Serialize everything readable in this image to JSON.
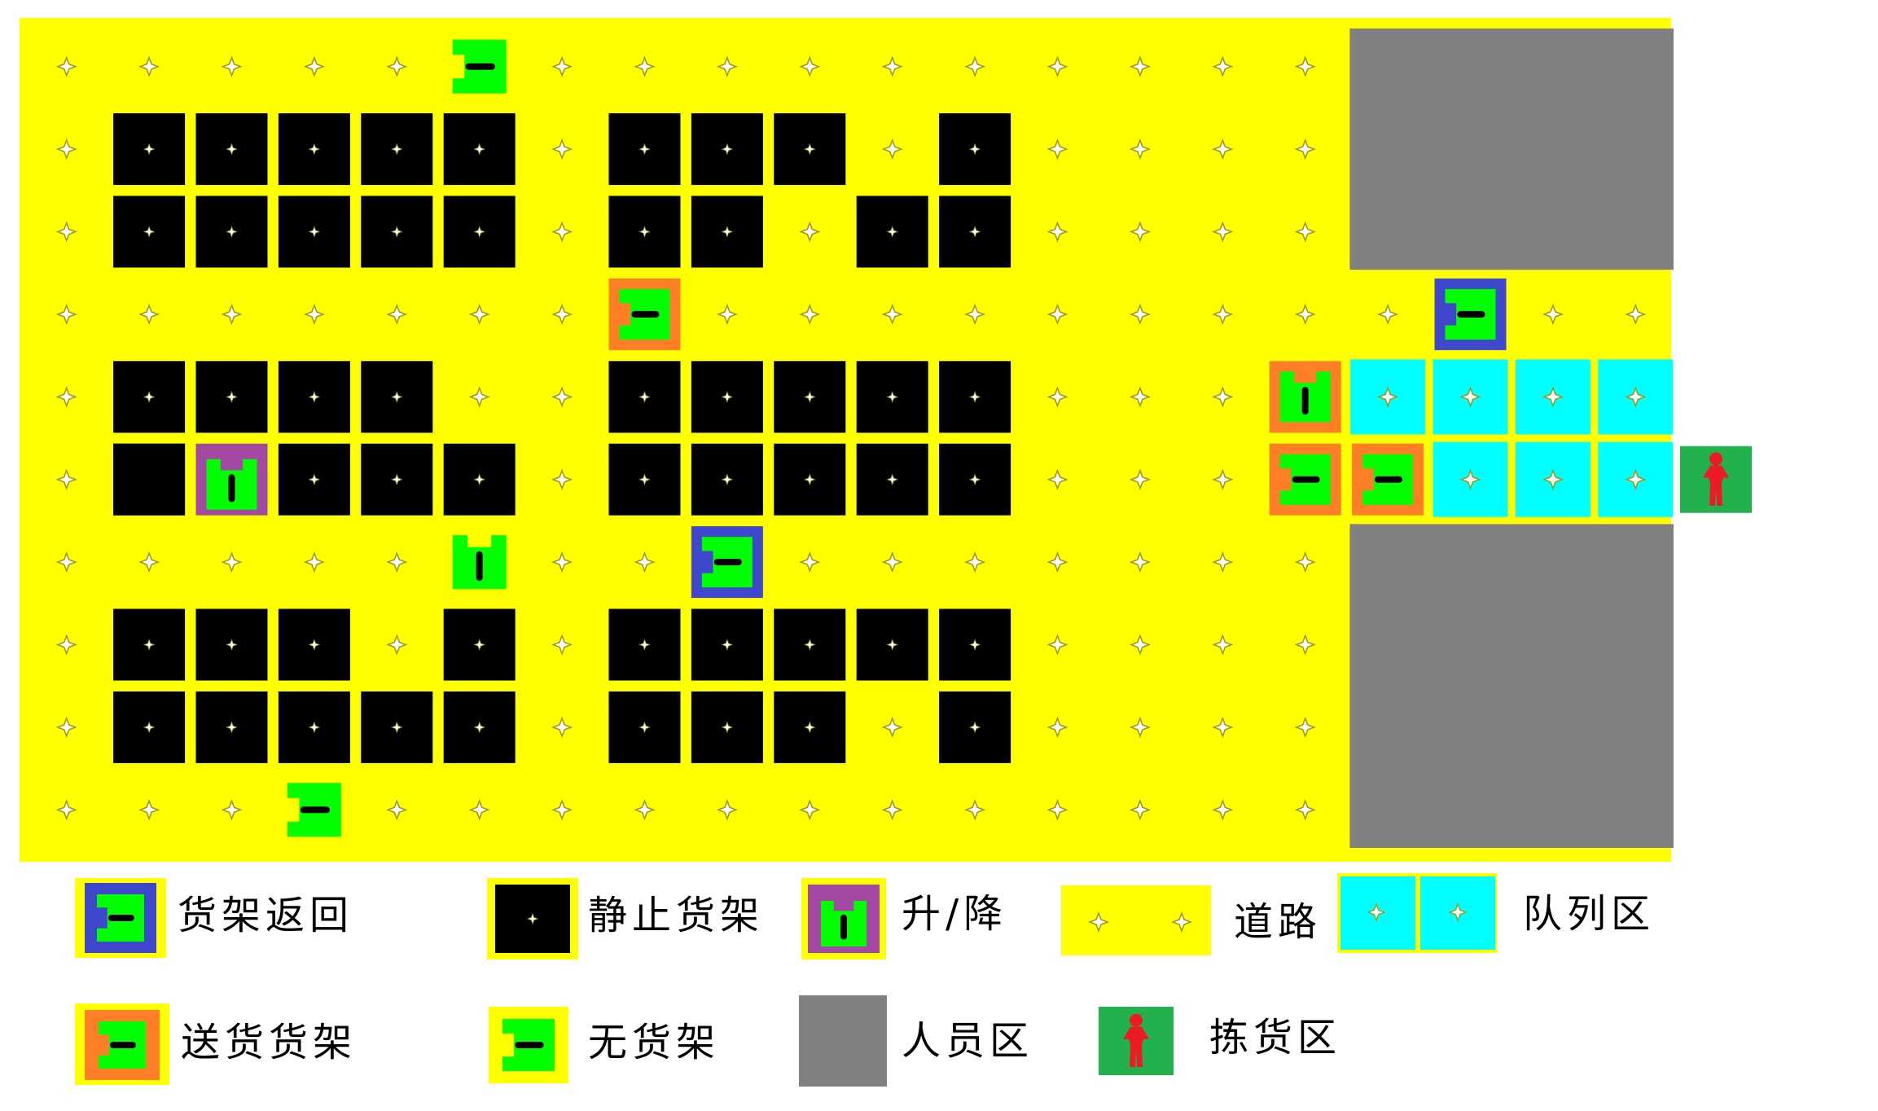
{
  "colors": {
    "road": "#ffff00",
    "shelf": "#000000",
    "star_fill": "#ffffff",
    "star_stroke": "#9a9a20",
    "person_zone": "#808080",
    "queue": "#00ffff",
    "robot": "#00ff00",
    "returning": "#3f48cc",
    "delivering": "#ff7f27",
    "lifting": "#a349a4",
    "picking": "#22b14c",
    "picker": "#ed1c24"
  },
  "icons": {
    "road_marker": "four-point-star-icon",
    "robot": "agv-robot-icon",
    "picker": "picker-person-icon"
  },
  "legend": {
    "returning": "货架返回",
    "static_shelf": "静止货架",
    "lift": "升/降",
    "road": "道路",
    "queue": "队列区",
    "delivering": "送货货架",
    "no_shelf": "无货架",
    "person_zone": "人员区",
    "picking_zone": "拣货区"
  },
  "grid": {
    "rows": 10,
    "cols": 20,
    "shelves": [
      [
        1,
        1
      ],
      [
        1,
        2
      ],
      [
        1,
        3
      ],
      [
        1,
        4
      ],
      [
        1,
        5
      ],
      [
        1,
        7
      ],
      [
        1,
        8
      ],
      [
        1,
        9
      ],
      [
        1,
        11
      ],
      [
        2,
        1
      ],
      [
        2,
        2
      ],
      [
        2,
        3
      ],
      [
        2,
        4
      ],
      [
        2,
        5
      ],
      [
        2,
        7
      ],
      [
        2,
        8
      ],
      [
        2,
        10
      ],
      [
        2,
        11
      ],
      [
        4,
        1
      ],
      [
        4,
        2
      ],
      [
        4,
        3
      ],
      [
        4,
        4
      ],
      [
        4,
        7
      ],
      [
        4,
        8
      ],
      [
        4,
        9
      ],
      [
        4,
        10
      ],
      [
        4,
        11
      ],
      [
        5,
        1
      ],
      [
        5,
        3
      ],
      [
        5,
        4
      ],
      [
        5,
        5
      ],
      [
        5,
        7
      ],
      [
        5,
        8
      ],
      [
        5,
        9
      ],
      [
        5,
        10
      ],
      [
        5,
        11
      ],
      [
        7,
        1
      ],
      [
        7,
        2
      ],
      [
        7,
        3
      ],
      [
        7,
        5
      ],
      [
        7,
        7
      ],
      [
        7,
        8
      ],
      [
        7,
        9
      ],
      [
        7,
        10
      ],
      [
        7,
        11
      ],
      [
        8,
        1
      ],
      [
        8,
        2
      ],
      [
        8,
        3
      ],
      [
        8,
        4
      ],
      [
        8,
        5
      ],
      [
        8,
        7
      ],
      [
        8,
        8
      ],
      [
        8,
        9
      ],
      [
        8,
        11
      ]
    ],
    "empty_shelf_cells": [
      [
        5,
        1
      ]
    ],
    "queue_cells": [
      [
        4,
        16
      ],
      [
        4,
        17
      ],
      [
        4,
        18
      ],
      [
        4,
        19
      ],
      [
        5,
        17
      ],
      [
        5,
        18
      ],
      [
        5,
        19
      ]
    ],
    "person_zones": [
      {
        "rows": [
          0,
          2
        ],
        "cols": [
          16,
          19
        ]
      },
      {
        "rows": [
          6,
          9
        ],
        "cols": [
          16,
          19
        ]
      }
    ],
    "robots": [
      {
        "row": 0,
        "col": 5,
        "state": "no_shelf",
        "dir": "h"
      },
      {
        "row": 3,
        "col": 7,
        "state": "delivering",
        "dir": "h"
      },
      {
        "row": 3,
        "col": 17,
        "state": "returning",
        "dir": "h"
      },
      {
        "row": 4,
        "col": 15,
        "state": "delivering",
        "dir": "v"
      },
      {
        "row": 5,
        "col": 2,
        "state": "lifting",
        "dir": "v"
      },
      {
        "row": 5,
        "col": 15,
        "state": "delivering",
        "dir": "h"
      },
      {
        "row": 5,
        "col": 16,
        "state": "delivering",
        "dir": "h"
      },
      {
        "row": 6,
        "col": 5,
        "state": "no_shelf",
        "dir": "v"
      },
      {
        "row": 6,
        "col": 8,
        "state": "returning",
        "dir": "h"
      },
      {
        "row": 9,
        "col": 3,
        "state": "no_shelf",
        "dir": "h"
      }
    ],
    "picking_station": {
      "row": 5
    }
  }
}
